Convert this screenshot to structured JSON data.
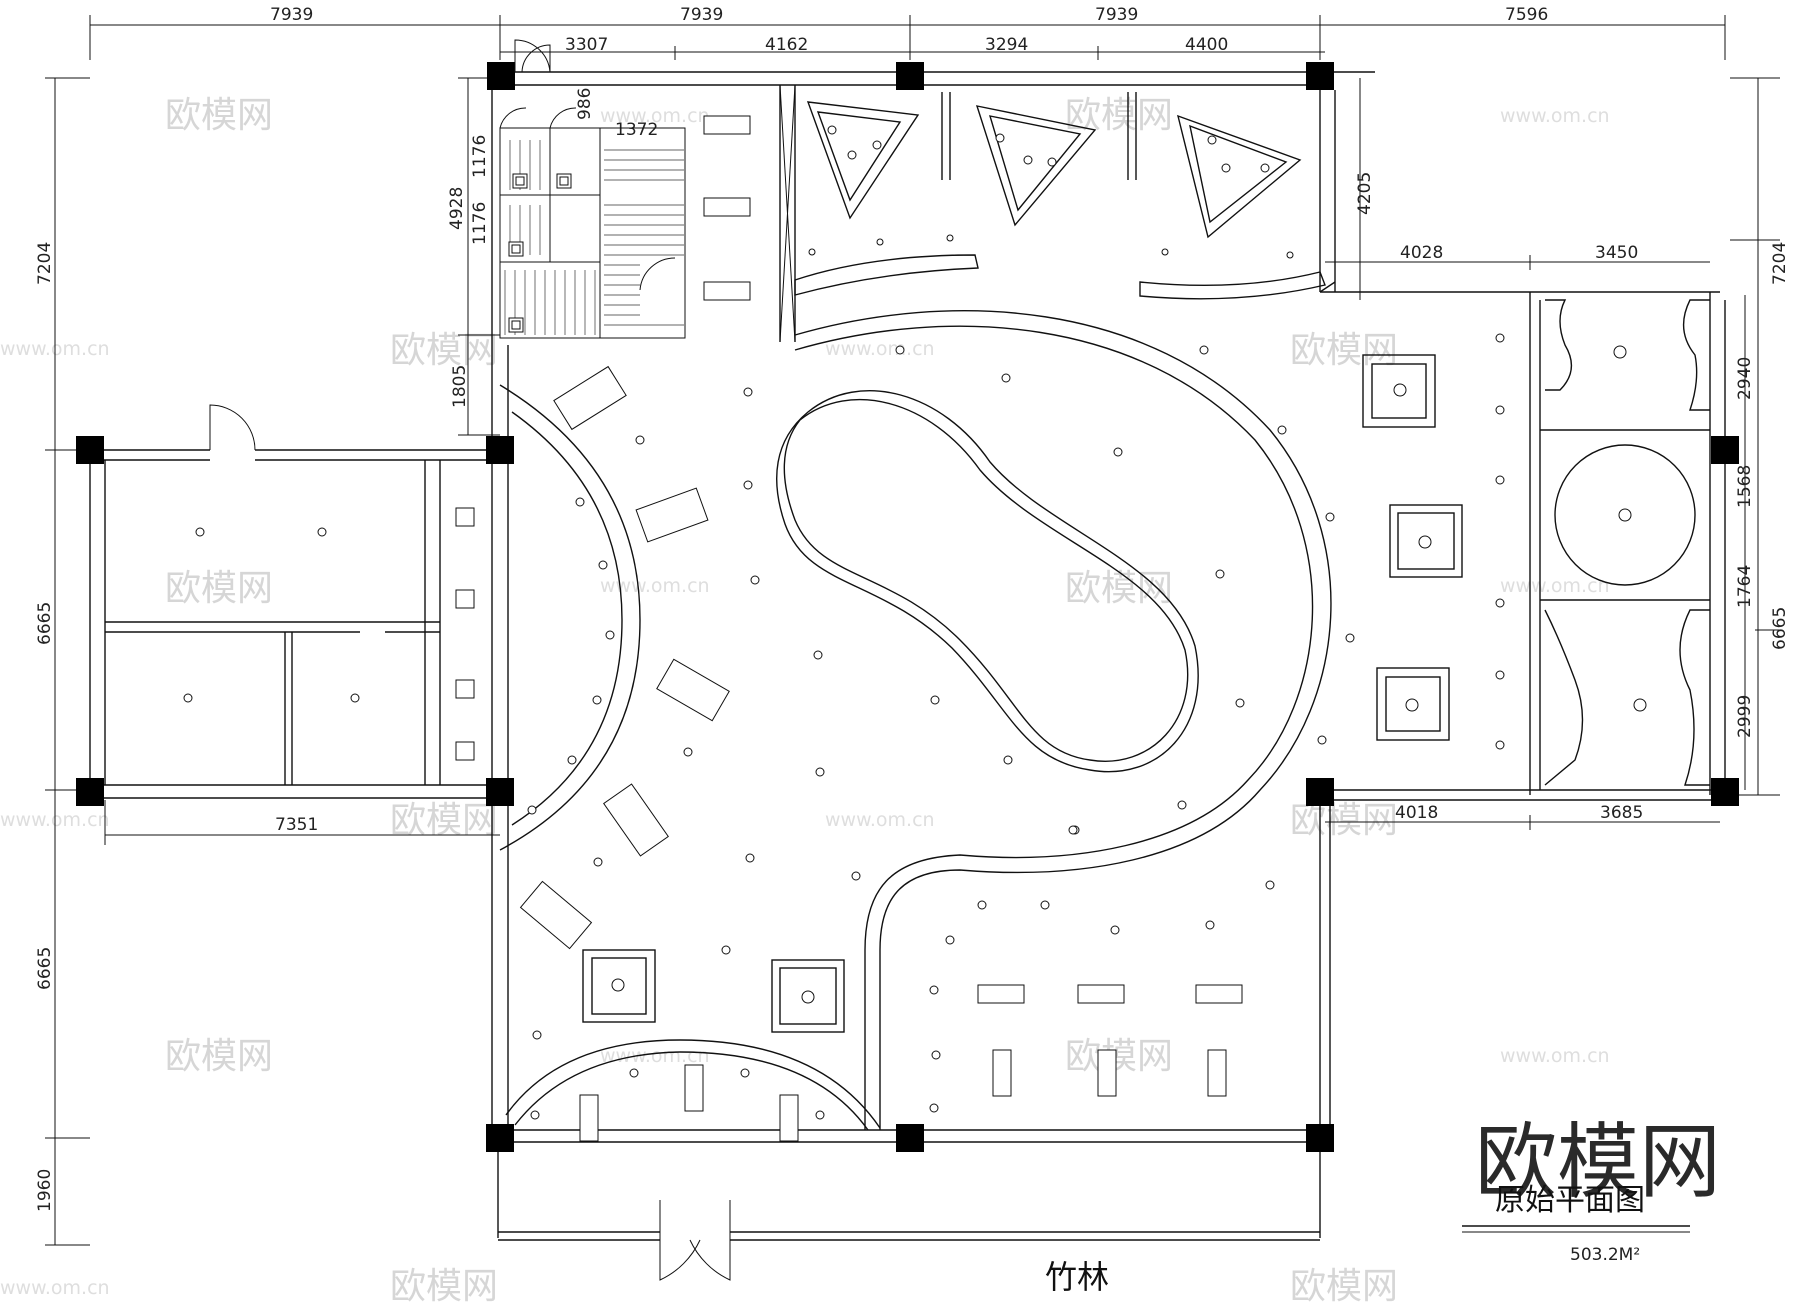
{
  "dimensions": {
    "top": [
      "7939",
      "7939",
      "7939",
      "7596"
    ],
    "top_inner": [
      "3307",
      "4162",
      "3294",
      "4400"
    ],
    "left": [
      "7204",
      "6665",
      "6665",
      "1960"
    ],
    "right": [
      "7204",
      "6665"
    ],
    "toilet": [
      "986",
      "1372",
      "1176",
      "4928",
      "1176",
      "1805",
      "4205"
    ],
    "mid": [
      "4028",
      "3450",
      "2940",
      "1568",
      "1764",
      "2999",
      "4018",
      "3685",
      "7351"
    ]
  },
  "labels": {
    "bamboo": "竹林",
    "title": "原始平面图",
    "area": "503.2M²"
  },
  "watermark": {
    "brand": "欧模网",
    "url": "www.om.cn"
  }
}
